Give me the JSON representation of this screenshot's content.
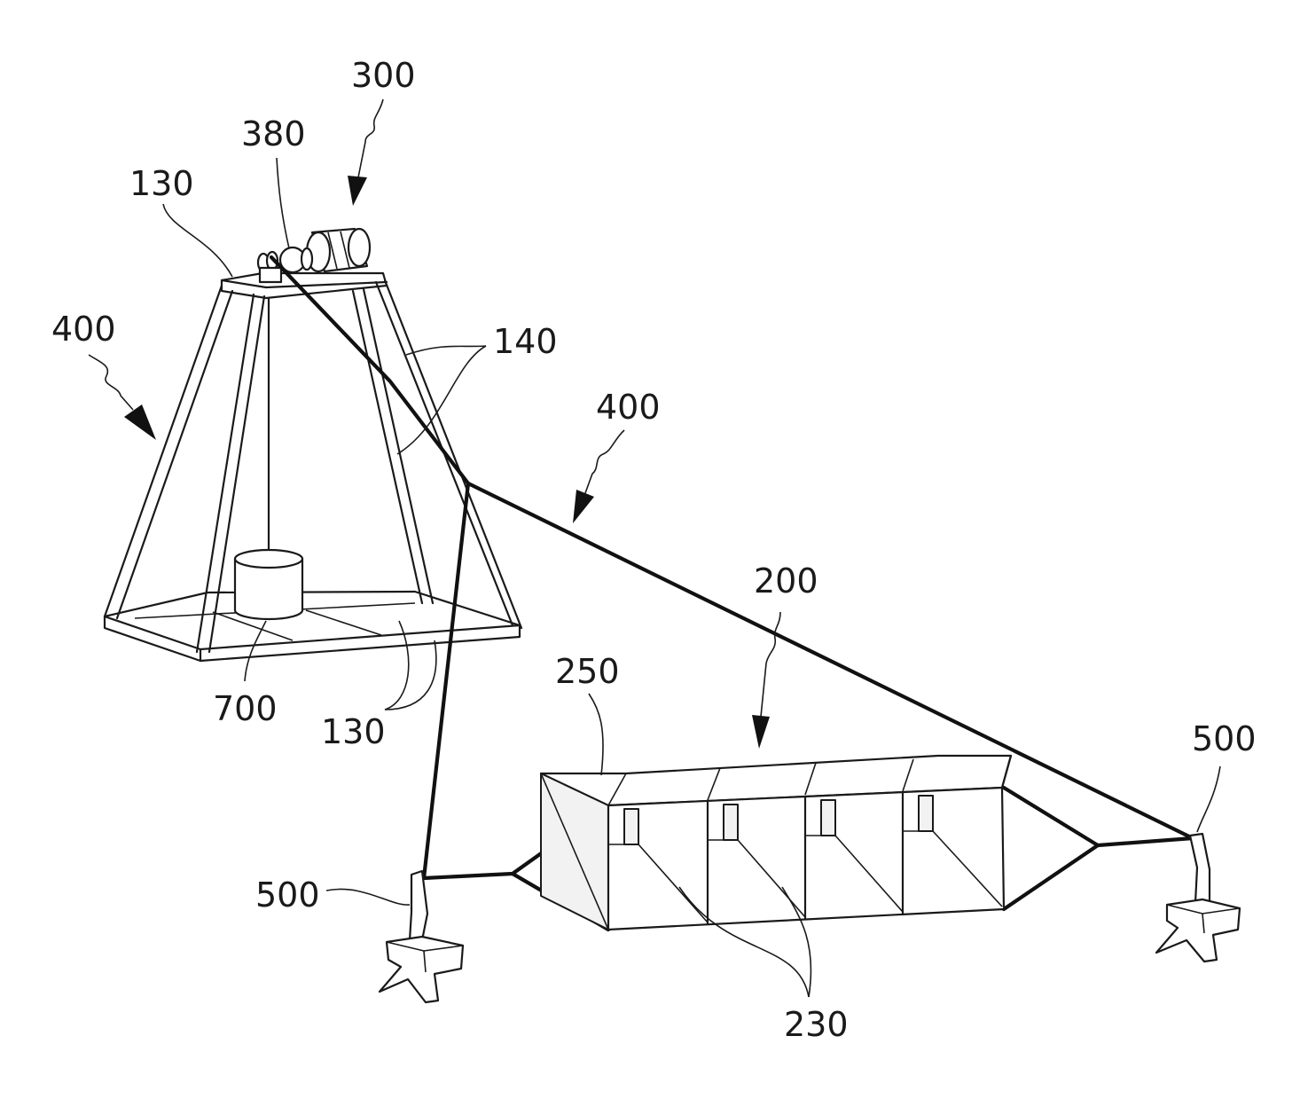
{
  "reference_numerals": {
    "r300": "300",
    "r380": "380",
    "r130_top": "130",
    "r400_left": "400",
    "r140": "140",
    "r400_right": "400",
    "r200": "200",
    "r250": "250",
    "r700": "700",
    "r130_bottom": "130",
    "r500_right": "500",
    "r500_left": "500",
    "r230": "230"
  },
  "colors": {
    "line": "#1a1a1a",
    "background": "#ffffff"
  }
}
